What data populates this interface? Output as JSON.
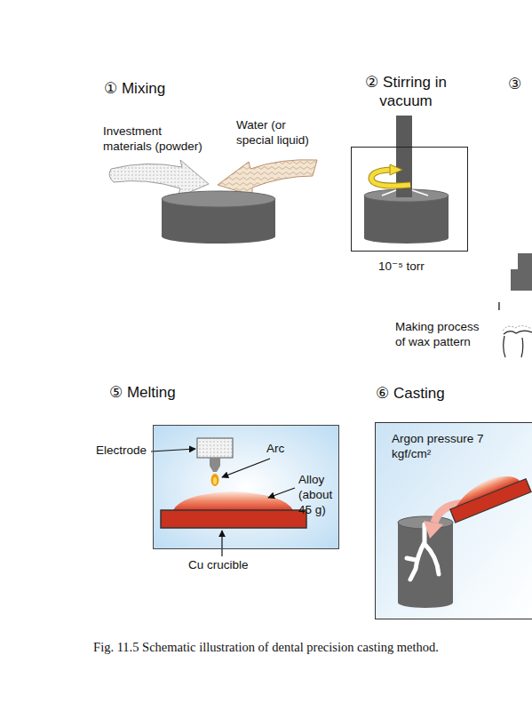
{
  "diagram": {
    "caption": "Fig. 11.5 Schematic illustration of dental precision casting method.",
    "nodes": [
      {
        "text": [
          "② Stirring in vacuum"
        ]
      },
      {
        "text": [
          "⑤ Melting"
        ]
      },
      {
        "text": [
          "⑥ Casting",
          "Argon pressure 7 kgf/cm²"
        ]
      }
    ],
    "labels": [
      "① Mixing",
      "Investment materials (powder)",
      "Water (or special liquid)",
      "10⁻⁵ torr",
      "③",
      "I",
      "Making process of wax pattern",
      "Electrode",
      "Arc",
      "Alloy (about 45 g)",
      "Cu crucible"
    ]
  }
}
